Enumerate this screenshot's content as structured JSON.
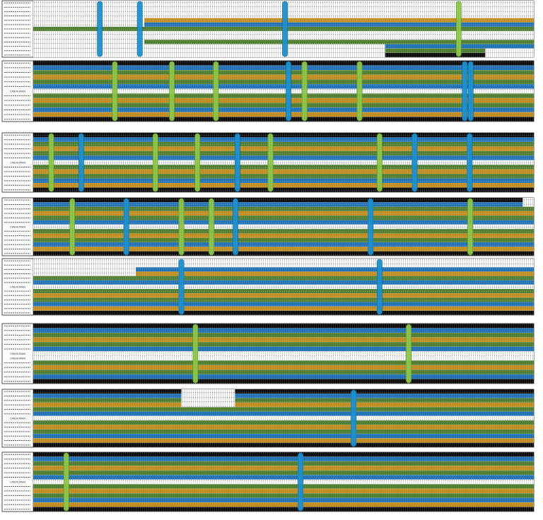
{
  "figure": {
    "label_text": "CR6/HUMAN",
    "colors": {
      "black": "#0a0a0a",
      "blue": "#1f6fb4",
      "gold": "#c08a1c",
      "green": "#4e7c2e",
      "pale": "#ffffff",
      "grid": "#222222",
      "marker_green": "#8fc94a",
      "marker_blue": "#1c93d4"
    },
    "blocks": [
      {
        "rows": [
          "pale",
          "pale",
          "pale",
          "pale",
          "gold",
          "blue",
          "green",
          "pale",
          "pale",
          "green",
          "blue",
          "green",
          "black"
        ],
        "gaps": [
          {
            "row": 0,
            "from": 0.0,
            "to": 0.605
          },
          {
            "row": 1,
            "from": 0.0,
            "to": 0.605
          },
          {
            "row": 2,
            "from": 0.0,
            "to": 0.222
          },
          {
            "row": 3,
            "from": 0.0,
            "to": 0.222
          },
          {
            "row": 4,
            "from": 0.0,
            "to": 0.222
          },
          {
            "row": 5,
            "from": 0.0,
            "to": 0.222
          },
          {
            "row": 9,
            "from": 0.0,
            "to": 0.222
          },
          {
            "row": 10,
            "from": 0.0,
            "to": 0.703
          },
          {
            "row": 11,
            "from": 0.0,
            "to": 0.703
          },
          {
            "row": 12,
            "from": 0.0,
            "to": 0.703
          },
          {
            "row": 0,
            "from": 0.903,
            "to": 1.0
          },
          {
            "row": 11,
            "from": 0.903,
            "to": 1.0
          },
          {
            "row": 12,
            "from": 0.903,
            "to": 1.0
          }
        ],
        "markers": [
          {
            "pos": 0.133,
            "color": "blue"
          },
          {
            "pos": 0.213,
            "color": "blue"
          },
          {
            "pos": 0.503,
            "color": "blue"
          },
          {
            "pos": 0.85,
            "color": "green"
          }
        ]
      },
      {
        "rows": [
          "black",
          "blue",
          "green",
          "gold",
          "green",
          "blue",
          "pale",
          "green",
          "gold",
          "green",
          "blue",
          "gold",
          "black"
        ],
        "gaps": [],
        "markers": [
          {
            "pos": 0.163,
            "color": "green"
          },
          {
            "pos": 0.277,
            "color": "green"
          },
          {
            "pos": 0.365,
            "color": "green"
          },
          {
            "pos": 0.51,
            "color": "blue"
          },
          {
            "pos": 0.542,
            "color": "green"
          },
          {
            "pos": 0.652,
            "color": "green"
          },
          {
            "pos": 0.862,
            "color": "blue"
          },
          {
            "pos": 0.874,
            "color": "blue"
          }
        ]
      },
      {
        "rows": [
          "black",
          "blue",
          "green",
          "gold",
          "green",
          "blue",
          "pale",
          "green",
          "gold",
          "green",
          "blue",
          "gold",
          "black"
        ],
        "gaps": [],
        "markers": [
          {
            "pos": 0.036,
            "color": "green"
          },
          {
            "pos": 0.096,
            "color": "blue"
          },
          {
            "pos": 0.244,
            "color": "green"
          },
          {
            "pos": 0.328,
            "color": "green"
          },
          {
            "pos": 0.408,
            "color": "blue"
          },
          {
            "pos": 0.474,
            "color": "green"
          },
          {
            "pos": 0.692,
            "color": "green"
          },
          {
            "pos": 0.762,
            "color": "blue"
          },
          {
            "pos": 0.872,
            "color": "blue"
          }
        ]
      },
      {
        "rows": [
          "black",
          "blue",
          "green",
          "gold",
          "green",
          "blue",
          "pale",
          "green",
          "gold",
          "green",
          "blue",
          "gold",
          "black"
        ],
        "gaps": [
          {
            "row": 0,
            "from": 0.978,
            "to": 1.0
          },
          {
            "row": 1,
            "from": 0.978,
            "to": 1.0
          }
        ],
        "markers": [
          {
            "pos": 0.078,
            "color": "green"
          },
          {
            "pos": 0.186,
            "color": "blue"
          },
          {
            "pos": 0.296,
            "color": "green"
          },
          {
            "pos": 0.356,
            "color": "green"
          },
          {
            "pos": 0.404,
            "color": "blue"
          },
          {
            "pos": 0.674,
            "color": "blue"
          },
          {
            "pos": 0.873,
            "color": "green"
          }
        ]
      },
      {
        "rows": [
          "pale",
          "pale",
          "blue",
          "gold",
          "green",
          "blue",
          "pale",
          "green",
          "gold",
          "green",
          "blue",
          "gold",
          "black"
        ],
        "gaps": [
          {
            "row": 0,
            "from": 0.0,
            "to": 0.205
          },
          {
            "row": 1,
            "from": 0.0,
            "to": 0.205
          },
          {
            "row": 2,
            "from": 0.0,
            "to": 0.205
          },
          {
            "row": 3,
            "from": 0.0,
            "to": 0.205
          }
        ],
        "markers": [
          {
            "pos": 0.296,
            "color": "blue"
          },
          {
            "pos": 0.692,
            "color": "blue"
          }
        ]
      },
      {
        "rows": [
          "black",
          "blue",
          "green",
          "gold",
          "green",
          "blue",
          "pale",
          "pale",
          "green",
          "gold",
          "green",
          "blue",
          "black"
        ],
        "gaps": [],
        "markers": [
          {
            "pos": 0.324,
            "color": "green"
          },
          {
            "pos": 0.75,
            "color": "green"
          }
        ]
      },
      {
        "rows": [
          "black",
          "blue",
          "green",
          "gold",
          "green",
          "blue",
          "pale",
          "green",
          "gold",
          "green",
          "blue",
          "gold",
          "black"
        ],
        "gaps": [
          {
            "row": 0,
            "from": 0.296,
            "to": 0.403
          },
          {
            "row": 1,
            "from": 0.296,
            "to": 0.403
          },
          {
            "row": 2,
            "from": 0.296,
            "to": 0.403
          },
          {
            "row": 3,
            "from": 0.296,
            "to": 0.403
          }
        ],
        "markers": [
          {
            "pos": 0.64,
            "color": "blue"
          }
        ]
      },
      {
        "rows": [
          "black",
          "blue",
          "green",
          "gold",
          "green",
          "blue",
          "pale",
          "green",
          "gold",
          "green",
          "blue",
          "gold",
          "black"
        ],
        "gaps": [],
        "markers": [
          {
            "pos": 0.066,
            "color": "green"
          },
          {
            "pos": 0.534,
            "color": "blue"
          }
        ]
      }
    ]
  }
}
